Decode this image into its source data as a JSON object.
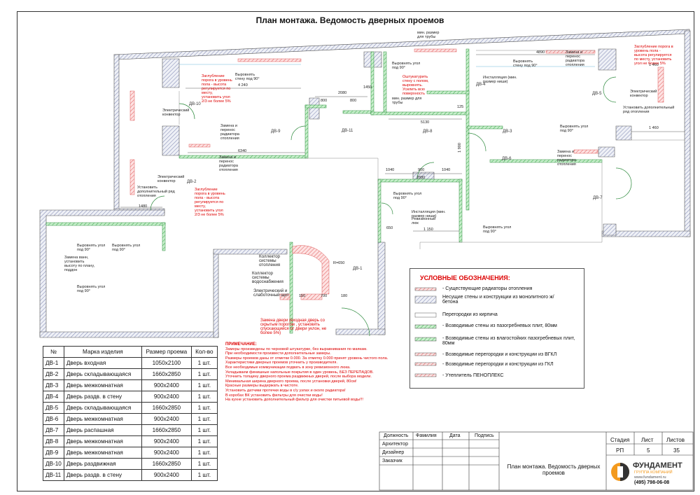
{
  "title": "План монтажа. Ведомость дверных проемов",
  "door_tags": [
    "ДВ-1",
    "ДВ-2",
    "ДВ-3",
    "ДВ-4",
    "ДВ-5",
    "ДВ-6",
    "ДВ-7",
    "ДВ-8",
    "ДВ-9",
    "ДВ-10",
    "ДВ-11"
  ],
  "dims": {
    "d4240": "4 240",
    "d4890": "4890",
    "d2080": "2080",
    "d1450": "1450",
    "d800a": "800",
    "d800b": "800",
    "d5130": "5130",
    "d1460a": "1 460",
    "d1460b": "1 460",
    "d6340": "6340",
    "d1040a": "1040",
    "d900a": "900",
    "d1040b": "1040",
    "d2880": "2880",
    "d1480": "1480",
    "d1150": "1 150",
    "d650": "650",
    "d700": "700",
    "d180": "180",
    "d150": "150",
    "d1900": "1 900",
    "d125": "125"
  },
  "labels": {
    "l_pipe": "мин. размер для трубы",
    "l_wall90a": "Выровнять стену под 90°",
    "l_wall90b": "Выровнять стену под 90°",
    "l_wall90c": "Выровнять угол под 90°",
    "l_red1": "Заглубление порога в уровень пола - высота регулируется по месту, установить угол 2/3 не более 5%",
    "l_red2": "Оштукатурить стену с полом, выровнять. Усилить всю поверхность",
    "l_red3": "Заглубление порога в уровень пола - высота регулируется по месту, установить угол не более 5%",
    "l_red4": "Заглубление порога в уровень пола - высота регулируется по месту, установить угол 2/3 не более 5%",
    "l_conv1": "Электрический конвектор",
    "l_conv2": "Электрический конвектор",
    "l_conv3": "Электрический конвектор",
    "l_rad1": "Замена и перенос радиатора отопления",
    "l_rad2": "Замена и перенос радиатора отопления",
    "l_rad3": "Замена и перенос радиатора отопления",
    "l_rad4": "Замена и перенос радиатора отопления",
    "l_add1": "Установить дополнительный ряд отопления",
    "l_add2": "Установить дополнительный ряд отопления",
    "l_install": "Инсталляция (мин. размер ниши)",
    "l_install2": "Инсталляция (мин. размер ниши)",
    "l_rev": "Ревизионный люк",
    "l_pipe2": "мин. размер для трубы",
    "l_corner1": "Выровнять угол под 90°",
    "l_corner2": "Выровнять угол под 90°",
    "l_corner3": "Выровнять угол под 90°",
    "l_corner4": "Выровнять угол под 90°",
    "l_corner5": "Выровнять угол под 90°",
    "l_corner6": "Выровнять угол под 90°",
    "l_bath": "Замена ванн, установить высоту по плану, поддон",
    "l_coll1": "Коллектор системы отопления",
    "l_coll2": "Коллектор системы водоснабжения",
    "l_shield": "Электрический и слаботочный щит",
    "l_r650": "R=650",
    "l_door": "Замена двери (входная дверь со скрытым порогом , установить спускающийся от двери уклон, не более 5%)"
  },
  "spec": {
    "headers": [
      "№",
      "Марка изделия",
      "Размер проема",
      "Кол-во"
    ],
    "rows": [
      [
        "ДВ-1",
        "Дверь входная",
        "1050x2100",
        "1 шт."
      ],
      [
        "ДВ-2",
        "Дверь складывающаяся",
        "1660x2850",
        "1 шт."
      ],
      [
        "ДВ-3",
        "Дверь межкомнатная",
        "900x2400",
        "1 шт."
      ],
      [
        "ДВ-4",
        "Дверь раздв. в стену",
        "900x2400",
        "1 шт."
      ],
      [
        "ДВ-5",
        "Дверь складывающаяся",
        "1660x2850",
        "1 шт."
      ],
      [
        "ДВ-6",
        "Дверь межкомнатная",
        "900x2400",
        "1 шт."
      ],
      [
        "ДВ-7",
        "Дверь распашная",
        "1660x2850",
        "1 шт."
      ],
      [
        "ДВ-8",
        "Дверь межкомнатная",
        "900x2400",
        "1 шт."
      ],
      [
        "ДВ-9",
        "Дверь межкомнатная",
        "900x2400",
        "1 шт."
      ],
      [
        "ДВ-10",
        "Дверь раздвижная",
        "1660x2850",
        "1 шт."
      ],
      [
        "ДВ-11",
        "Дверь раздв. в стену",
        "900x2400",
        "1 шт."
      ]
    ]
  },
  "notes": {
    "title": "ПРИМЕЧАНИЕ:",
    "lines": [
      "Замеры произведены по черновой штукатурке, без выравнивания по маякам.",
      "При необходимости произвести дополнительные замеры.",
      "Размеры проемов даны от отметки 0.000. За отметку 0.000 принят уровень чистого пола.",
      "Характеристики дверных проемов уточнить у производителя.",
      "Все необходимые коммуникации подвать в зону ревизионного люка.",
      "Укладываем финишные напольные покрытия в один уровень, БЕЗ ПЕРЕПАДОВ.",
      "Уточнить толщину дверного проема раздвижных дверей, после выбора модели.",
      "Минимальная ширина дверного проема, после установки дверей, 80см!",
      "Красные размеры выдержать в чистоте.",
      "Установить датчики протечки воды в с/у узлах и около радиатора!",
      "В коробах ВК установить фильтры для очистки воды!",
      "На кухне установить дополнительный фильтр для очистки питьевой воды!!!"
    ]
  },
  "legend": {
    "title": "УСЛОВНЫЕ ОБОЗНАЧЕНИЯ:",
    "items": [
      {
        "text": "- Существующие радиаторы отопления",
        "color": "#e06060"
      },
      {
        "text": "Несущие стены и конструкции из монолитного ж/бетона",
        "color": "#9aa0c8"
      },
      {
        "text": "Перегородки из кирпича",
        "color": "#ffffff"
      },
      {
        "text": "- Возводимые стены из пазогребневых плит, 80мм",
        "color": "#5fbf6a"
      },
      {
        "text": "- Возводимые стены из влагостойких пазогребневых плит, 80мм",
        "color": "#2e8b3e"
      },
      {
        "text": "- Возводимые перегородки и конструкции из ВГКЛ",
        "color": "#e07070"
      },
      {
        "text": "- Возводимые перегородки и конструкции из ГКЛ",
        "color": "#e07070"
      },
      {
        "text": "- Утеплитель ПЕНОПЛЕКС",
        "color": "#e07070"
      }
    ]
  },
  "titleblock": {
    "h_role": "Должность",
    "h_name": "Фамилия",
    "h_date": "Дата",
    "h_sign": "Подпись",
    "r1": "Архитектор",
    "r2": "Дизайнер",
    "r3": "Заказчик",
    "h_stage": "Стадия",
    "h_sheet": "Лист",
    "h_sheets": "Листов",
    "stage": "РП",
    "sheet": "5",
    "sheets": "35",
    "doc_title": "План монтажа. Ведомость дверных проемов",
    "company": "ФУНДАМЕНТ",
    "company_sub": "ГРУППА КОМПАНИЙ",
    "site": "www.fundament.ru",
    "phone": "(495) 798-06-08",
    "logo_color": "#f39a1e"
  }
}
